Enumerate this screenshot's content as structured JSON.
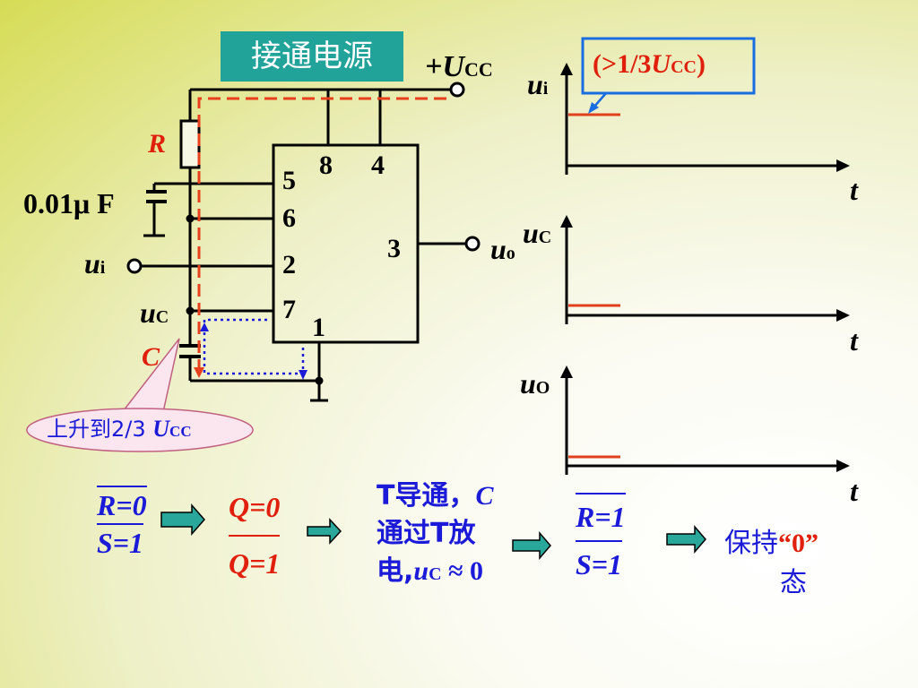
{
  "header": {
    "power_label": "接通电源",
    "vcc_prefix": "+U",
    "vcc_sub": "CC"
  },
  "circuit": {
    "resistor_label": "R",
    "cap_label": "0.01μ F",
    "cap_main_label": "C",
    "ui_label": "u",
    "ui_sub": "i",
    "uc_label": "u",
    "uc_sub": "C",
    "uo_label": "u",
    "uo_sub": "o",
    "pins": {
      "p8": "8",
      "p4": "4",
      "p5": "5",
      "p6": "6",
      "p2": "2",
      "p7": "7",
      "p3": "3",
      "p1": "1"
    },
    "callout": {
      "prefix": "上升到2/3 ",
      "u": "U",
      "sub": "CC"
    }
  },
  "waveforms": {
    "annotation": {
      "prefix": "(>1/3",
      "u": "U",
      "sub": "CC",
      "suffix": ")"
    },
    "plots": [
      {
        "label": "u",
        "sub": "i",
        "t_label": "t"
      },
      {
        "label": "u",
        "sub": "C",
        "t_label": "t"
      },
      {
        "label": "u",
        "sub": "O",
        "t_label": "t"
      }
    ]
  },
  "flow": {
    "step1": {
      "r_line": "R=0",
      "s_line": "S=1"
    },
    "step2": {
      "q_line": "Q=0",
      "qbar_line": "Q=1"
    },
    "step3": {
      "line1_a": "T导通，",
      "line1_b": "C",
      "line2": "通过T放",
      "line3_a": "电,",
      "line3_u": "u",
      "line3_sub": "C",
      "line3_b": " ≈ 0"
    },
    "step4": {
      "r_line": "R=1",
      "s_line": "S=1"
    },
    "step5": {
      "line1_a": "保持",
      "line1_b": "“0”",
      "line2": "态"
    }
  },
  "colors": {
    "circuit": "#000000",
    "dash_red": "#e8401c",
    "dot_blue": "#1a1ad8",
    "arrow_fill": "#2aa79b",
    "label_blue": "#1a1ad8",
    "label_red": "#e0200c",
    "header_bg": "#21a39a",
    "callout_bg": "#fbe6ef"
  }
}
